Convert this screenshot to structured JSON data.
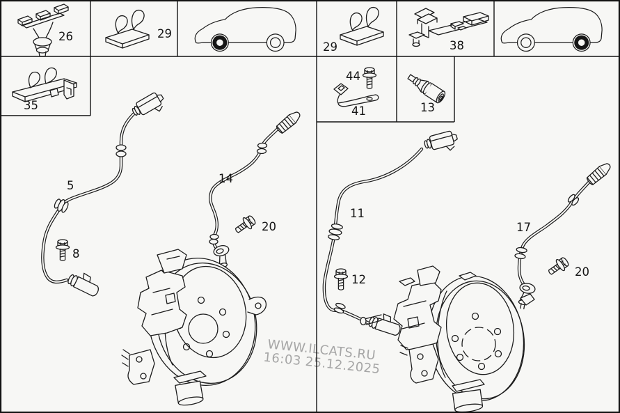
{
  "colors": {
    "background": "#f7f7f5",
    "line": "#1c1c1c",
    "label": "#141414",
    "watermark_gray": "#a6a6a6"
  },
  "parts_grid": {
    "row1": {
      "clip_26": "26",
      "clip_29_left": "29",
      "clip_29_right": "29",
      "bracket_38": "38"
    },
    "row2": {
      "clip_35": "35",
      "bolt_44": "44",
      "bracket_41": "41",
      "sensor_13": "13"
    }
  },
  "front_axle_callouts": {
    "sensor_line_left": "5",
    "sensor_line_right": "14",
    "mount_bolt": "20",
    "guide_bolt": "8"
  },
  "rear_axle_callouts": {
    "sensor_line_left": "11",
    "guide_bolt": "12",
    "sensor_line_right": "17",
    "mount_bolt": "20"
  },
  "watermark": {
    "site": "WWW.ILCATS.RU",
    "timestamp": "16:03 25.12.2025"
  }
}
